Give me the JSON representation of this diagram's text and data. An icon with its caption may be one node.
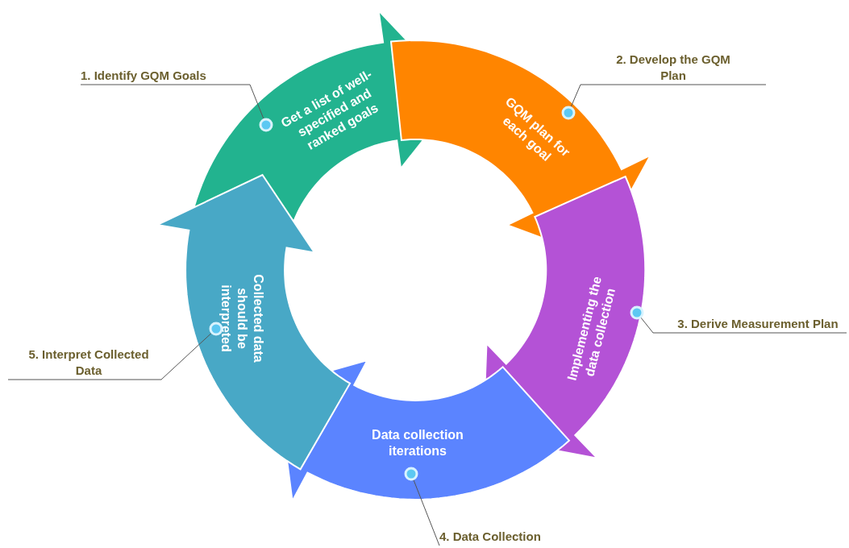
{
  "diagram": {
    "nodes": [
      {
        "text": [
          "1. Identify GQM Goals"
        ]
      },
      {
        "text": [
          "Get a list of well-specified and ranked goals"
        ]
      },
      {
        "text": [
          "2. Develop the GQM Plan"
        ]
      },
      {
        "text": [
          "GQM plan for each goal"
        ]
      },
      {
        "text": [
          "3. Derive Measurement Plan"
        ]
      },
      {
        "text": [
          "Implementing the data collection"
        ]
      },
      {
        "text": [
          "4. Data Collection"
        ]
      },
      {
        "text": [
          "Data collection iterations"
        ]
      },
      {
        "text": [
          "5. Interpret Collected Data"
        ]
      },
      {
        "text": [
          "Collected data should be interpreted"
        ]
      }
    ],
    "edges": [
      {
        "from": 0,
        "to": 1,
        "arrow": "none"
      },
      {
        "from": 2,
        "to": 3,
        "arrow": "none"
      },
      {
        "from": 4,
        "to": 5,
        "arrow": "none"
      },
      {
        "from": 6,
        "to": 7,
        "arrow": "none"
      },
      {
        "from": 8,
        "to": 9,
        "arrow": "none"
      }
    ]
  }
}
